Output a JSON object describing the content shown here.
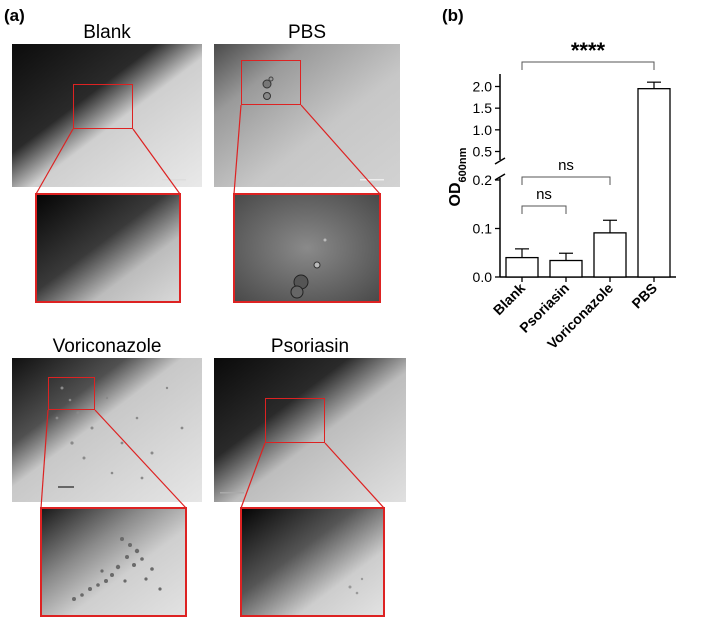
{
  "panel_a": {
    "label": "(a)",
    "images": [
      {
        "title": "Blank"
      },
      {
        "title": "PBS"
      },
      {
        "title": "Voriconazole"
      },
      {
        "title": "Psoriasin"
      }
    ]
  },
  "panel_b": {
    "label": "(b)"
  },
  "chart_data": {
    "type": "bar",
    "categories": [
      "Blank",
      "Psoriasin",
      "Voriconazole",
      "PBS"
    ],
    "values": [
      0.04,
      0.034,
      0.091,
      1.95
    ],
    "errors": [
      0.018,
      0.015,
      0.026,
      0.15
    ],
    "ylabel": "OD",
    "ylabel_subscript": "600nm",
    "y_axis": {
      "broken": true,
      "lower_segment": {
        "range": [
          0,
          0.2
        ],
        "ticks": [
          "0.0",
          "0.1",
          "0.2"
        ]
      },
      "upper_segment": {
        "range": [
          0.35,
          2.15
        ],
        "ticks": [
          "0.5",
          "1.0",
          "1.5",
          "2.0"
        ]
      }
    },
    "significance": [
      {
        "between": [
          "Blank",
          "Psoriasin"
        ],
        "label": "ns"
      },
      {
        "between": [
          "Blank",
          "Voriconazole"
        ],
        "label": "ns"
      },
      {
        "between": [
          "Blank",
          "PBS"
        ],
        "label": "****"
      }
    ],
    "grid": false,
    "legend": "none"
  }
}
